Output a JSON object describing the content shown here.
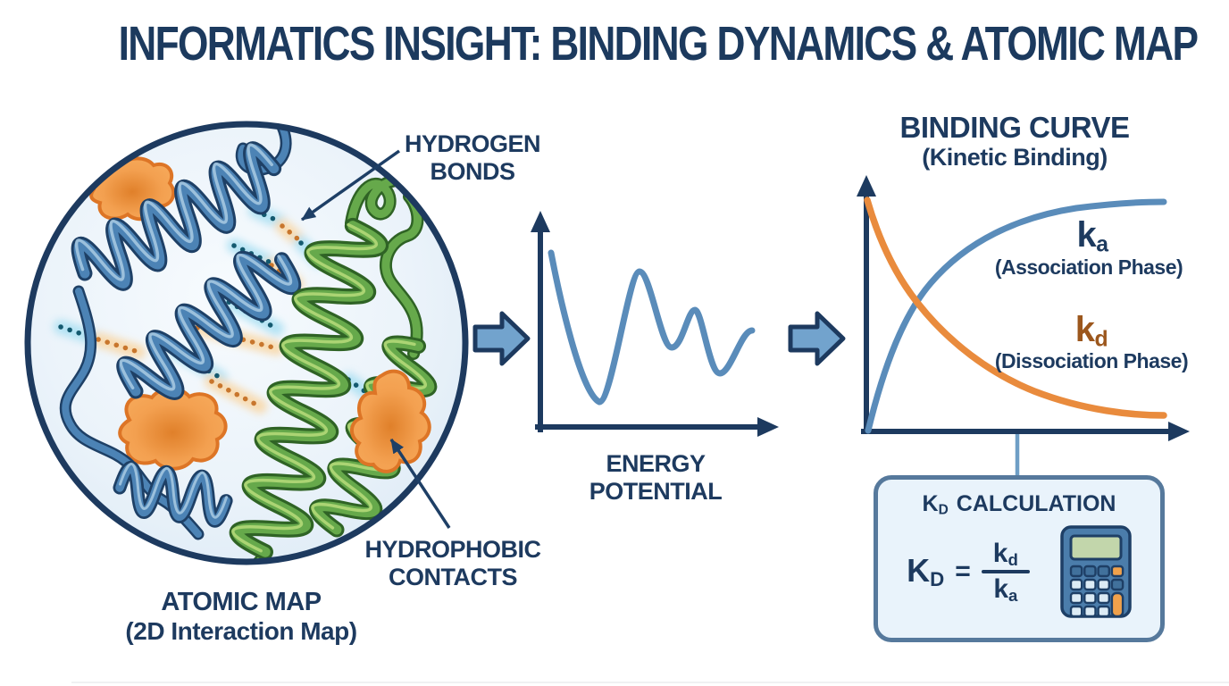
{
  "title": "INFORMATICS INSIGHT: BINDING DYNAMICS & ATOMIC MAP",
  "atomic_map": {
    "hydrogen_bonds": {
      "line1": "HYDROGEN",
      "line2": "BONDS"
    },
    "hydrophobic_contacts": {
      "line1": "HYDROPHOBIC",
      "line2": "CONTACTS"
    },
    "caption": {
      "line1": "ATOMIC MAP",
      "line2": "(2D Interaction Map)"
    }
  },
  "energy_chart": {
    "caption": {
      "line1": "ENERGY",
      "line2": "POTENTIAL"
    }
  },
  "binding_chart": {
    "title": {
      "line1": "BINDING CURVE",
      "line2": "(Kinetic Binding)"
    },
    "ka": {
      "symbol": "k",
      "sub": "a",
      "phase": "(Association Phase)"
    },
    "kd": {
      "symbol": "k",
      "sub": "d",
      "phase": "(Dissociation Phase)"
    }
  },
  "kd_box": {
    "title": {
      "k": "K",
      "sub": "D",
      "rest": "CALCULATION"
    },
    "formula": {
      "lhs": "K",
      "lhs_sub": "D",
      "equals": "=",
      "num": "k",
      "num_sub": "d",
      "den": "k",
      "den_sub": "a"
    }
  },
  "colors": {
    "navy": "#1d3a5f",
    "curve_blue": "#5a8cba",
    "curve_orange": "#e98b3d",
    "kd_text": "#9c571d",
    "helix_blue": "#4c83b5",
    "helix_green": "#66a94b",
    "blob_orange": "#f6a455",
    "circle_fill": "#e6f0f8",
    "box_bg": "#e9f3fb",
    "box_border": "#56799c"
  },
  "icons": {
    "calculator": "calculator-icon"
  },
  "chart_data": [
    {
      "type": "line",
      "title": "ENERGY POTENTIAL",
      "series": [
        {
          "name": "energy potential",
          "color": "#5a8cba",
          "shape": "schematic damped oscillation: starts high, deep minimum, large peak, two smaller oscillations converging to mid level"
        }
      ],
      "axes": {
        "x_label": "",
        "y_label": "",
        "ticks": "none",
        "grid": false
      }
    },
    {
      "type": "line",
      "title": "BINDING CURVE (Kinetic Binding)",
      "series": [
        {
          "name": "ka (Association Phase)",
          "color": "#5a8cba",
          "shape": "saturating rise from origin to plateau"
        },
        {
          "name": "kd (Dissociation Phase)",
          "color": "#e98b3d",
          "shape": "exponential decay from high start to low plateau"
        }
      ],
      "axes": {
        "x_label": "",
        "y_label": "",
        "ticks": "none",
        "grid": false
      },
      "legend_position": "inline-right"
    }
  ]
}
